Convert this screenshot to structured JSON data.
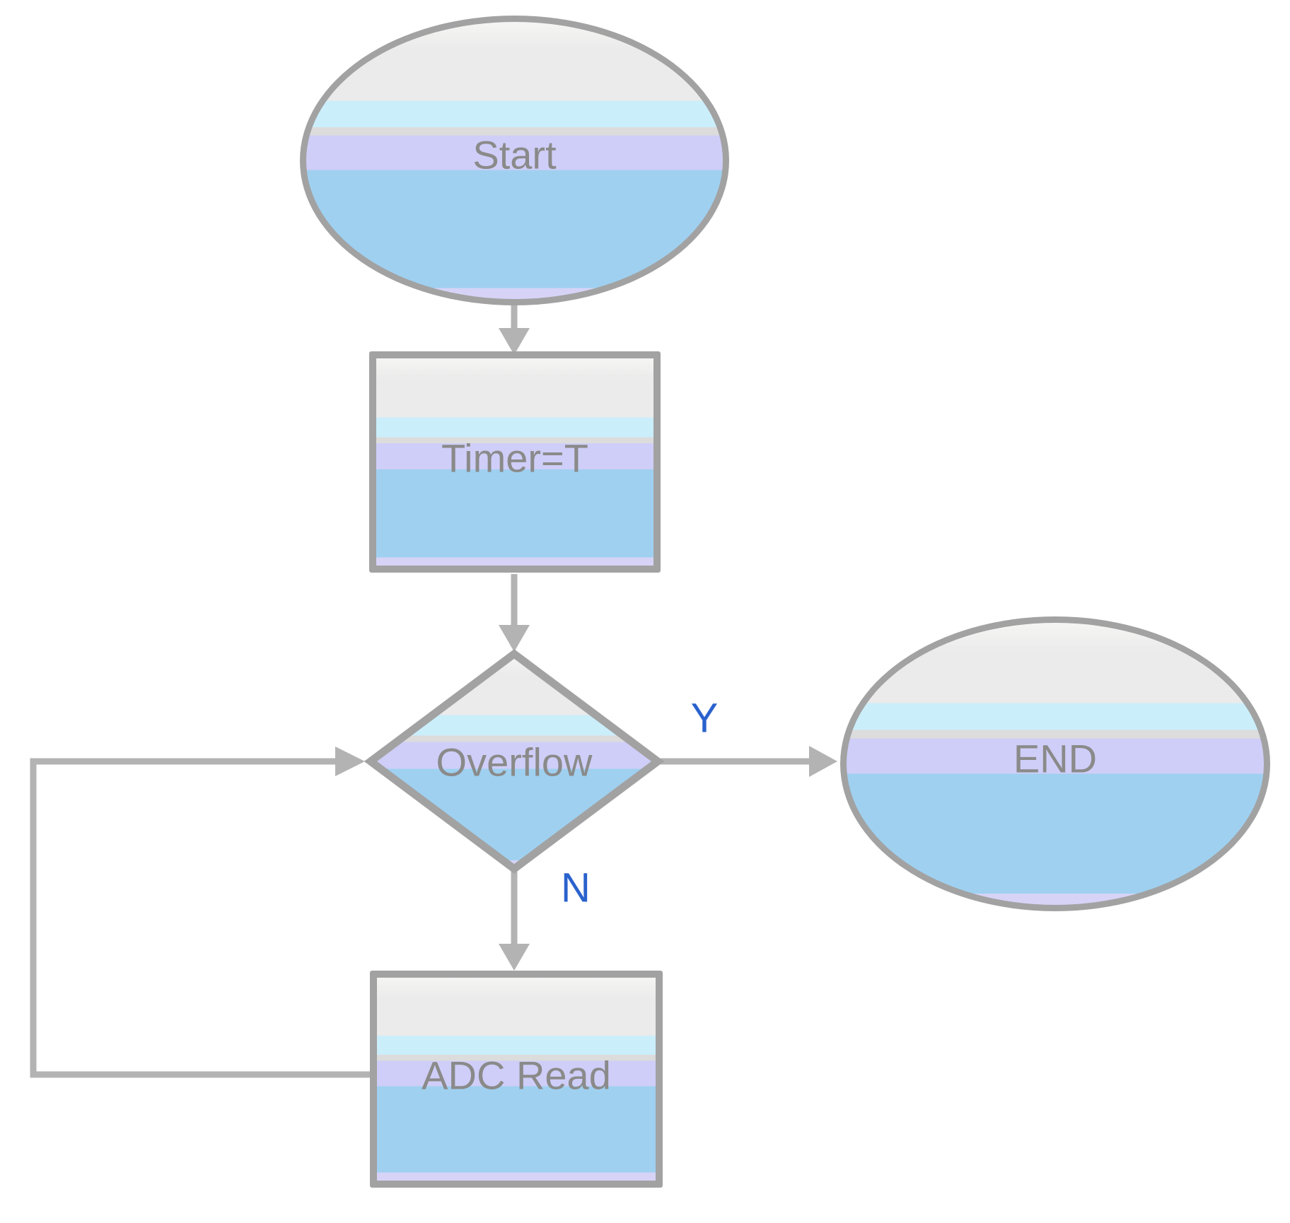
{
  "diagram": {
    "type": "flowchart",
    "nodes": {
      "start": {
        "label": "Start",
        "shape": "terminator"
      },
      "timer": {
        "label": "Timer=T",
        "shape": "process"
      },
      "overflow": {
        "label": "Overflow",
        "shape": "decision"
      },
      "end": {
        "label": "END",
        "shape": "terminator"
      },
      "adc": {
        "label": "ADC Read",
        "shape": "process"
      }
    },
    "edges": [
      {
        "from": "start",
        "to": "timer",
        "label": ""
      },
      {
        "from": "timer",
        "to": "overflow",
        "label": ""
      },
      {
        "from": "overflow",
        "to": "end",
        "label": "Y"
      },
      {
        "from": "overflow",
        "to": "adc",
        "label": "N"
      },
      {
        "from": "adc",
        "to": "overflow",
        "label": ""
      }
    ],
    "edge_labels": {
      "yes": "Y",
      "no": "N"
    },
    "colors": {
      "shape-border": "#a2a2a2",
      "edge": "#b3b3b3",
      "band-gray-top": "#f5f5f4",
      "band-gray": "#ebebeb",
      "band-cyan": "#cbeefb",
      "band-divider": "#dcdcdc",
      "band-lavender": "#cfcef8",
      "band-blue": "#9fd0f0",
      "band-bottom": "#d6d3f7",
      "label-gray": "#8a8a8a",
      "label-blue": "#2a62cd",
      "background": "#ffffff"
    }
  }
}
